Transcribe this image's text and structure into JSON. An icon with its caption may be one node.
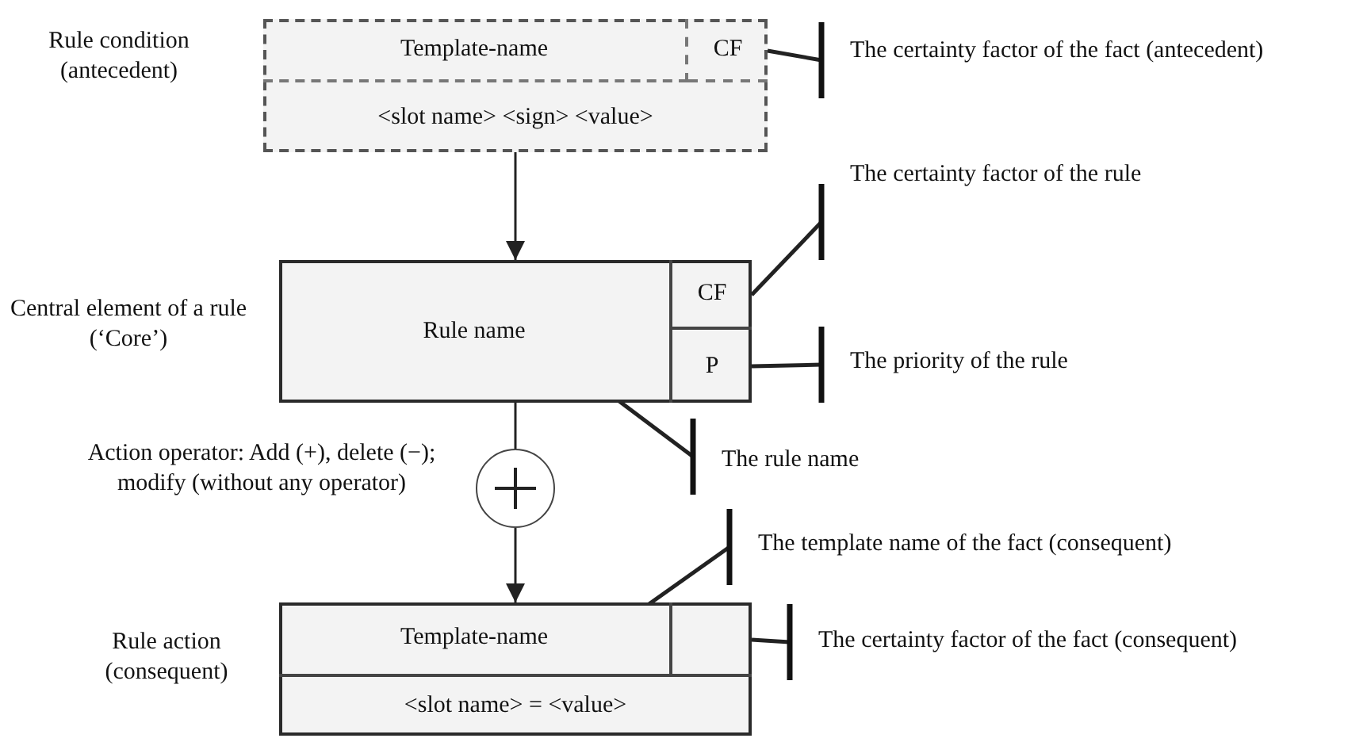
{
  "diagram": {
    "nodes": [
      {
        "text": [],
        "shape": "box",
        "beside": [
          "Rule condition (antecedent)"
        ]
      },
      {
        "text": [
          "Template-name"
        ],
        "in": 0
      },
      {
        "text": [
          "CF"
        ],
        "in": 0
      },
      {
        "text": [
          "<slot name> <sign> <value>"
        ],
        "in": 0
      },
      {
        "text": [],
        "shape": "box",
        "beside": [
          "Central element of a rule (‘Core’)"
        ]
      },
      {
        "text": [
          "Rule name"
        ],
        "in": 4
      },
      {
        "text": [
          "CF"
        ],
        "in": 4
      },
      {
        "text": [
          "P"
        ],
        "in": 4
      },
      {
        "text": [],
        "shape": "circle",
        "beside": [
          "Action operator: Add (+), delete (−); modify (without any operator)"
        ]
      },
      {
        "text": [],
        "shape": "box",
        "beside": [
          "Rule action (consequent)"
        ]
      },
      {
        "text": [
          "Template-name"
        ],
        "in": 9
      },
      {
        "text": [],
        "shape": "box",
        "in": 9
      },
      {
        "text": [
          "<slot name> = <value>"
        ],
        "in": 9
      },
      {
        "text": [
          "The certainty factor of the fact (antecedent)"
        ]
      },
      {
        "text": [
          "The certainty factor of the rule"
        ]
      },
      {
        "text": [
          "The priority of the rule"
        ]
      },
      {
        "text": [
          "The rule name"
        ]
      },
      {
        "text": [
          "The template name of the fact (consequent)"
        ]
      },
      {
        "text": [
          "The certainty factor of the fact (consequent)"
        ]
      }
    ],
    "edges": [
      {
        "from": 0,
        "to": 4,
        "arrow": "to"
      },
      {
        "from": 4,
        "to": 8,
        "arrow": "none"
      },
      {
        "from": 8,
        "to": 9,
        "arrow": "to"
      },
      {
        "from": 13,
        "to": 2,
        "arrow": "other"
      },
      {
        "from": 14,
        "to": 6,
        "arrow": "other"
      },
      {
        "from": 15,
        "to": 7,
        "arrow": "other"
      },
      {
        "from": 16,
        "to": 5,
        "arrow": "other"
      },
      {
        "from": 17,
        "to": 10,
        "arrow": "other"
      },
      {
        "from": 18,
        "to": 11,
        "arrow": "other"
      }
    ]
  }
}
